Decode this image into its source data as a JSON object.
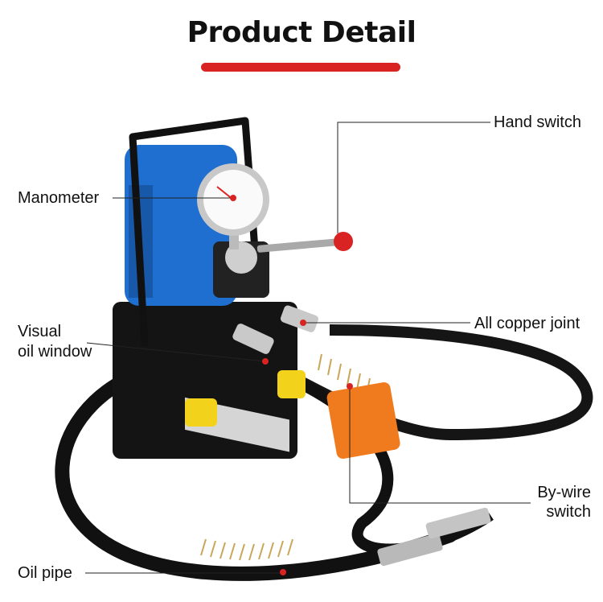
{
  "header": {
    "title": "Product Detail"
  },
  "labels": {
    "hand_switch": "Hand switch",
    "manometer": "Manometer",
    "visual_oil_window_line1": "Visual",
    "visual_oil_window_line2": "oil window",
    "all_copper_joint": "All copper joint",
    "by_wire_switch_line1": "By-wire",
    "by_wire_switch_line2": "switch",
    "oil_pipe": "Oil pipe"
  },
  "colors": {
    "accent": "#d92323",
    "motor_blue": "#1f6fd1",
    "switch_orange": "#f07a1e",
    "cap_yellow": "#f2d21b"
  }
}
